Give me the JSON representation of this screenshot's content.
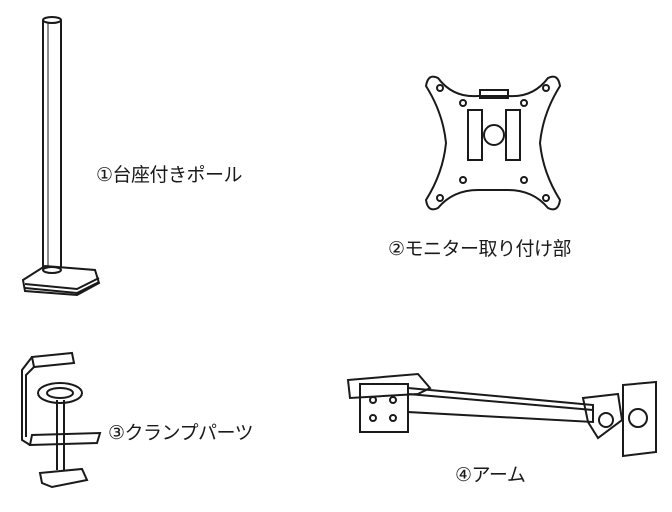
{
  "parts": [
    {
      "label": "①台座付きポール"
    },
    {
      "label": "②モニター取り付け部"
    },
    {
      "label": "③クランプパーツ"
    },
    {
      "label": "④アーム"
    }
  ],
  "colors": {
    "ink": "#1a1a1a",
    "background": "#ffffff"
  }
}
